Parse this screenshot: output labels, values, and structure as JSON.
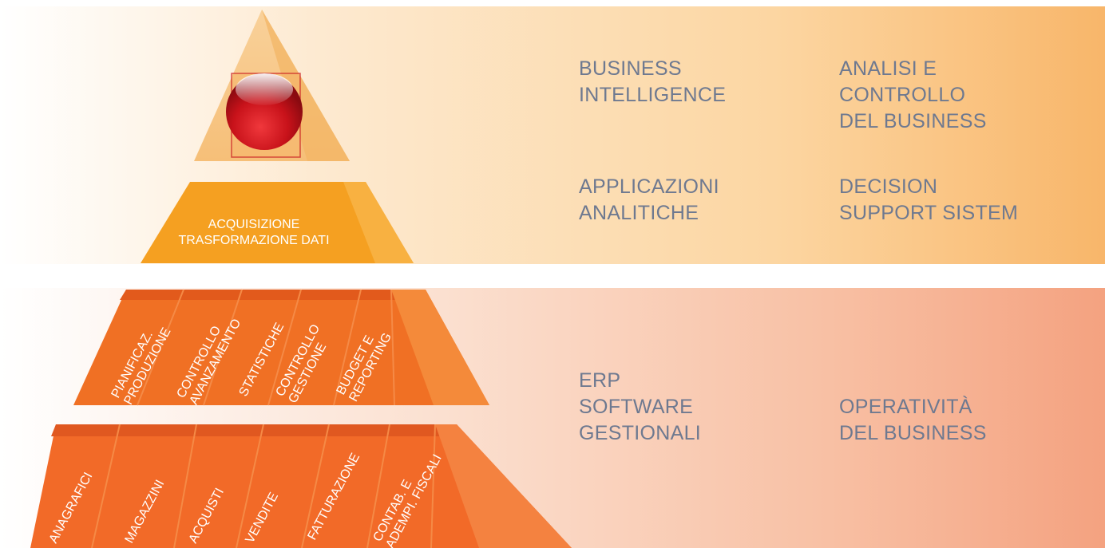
{
  "colors": {
    "band_top_end": "#f8b66a",
    "band_bottom_end": "#f4a280",
    "text": "#6e7990",
    "tier_top": "#f7c98a",
    "tier_middle": "#f5a021",
    "tier_erp": "#f07024",
    "sphere": "#d0161e"
  },
  "pyramid": {
    "icon": "red-sphere-icon",
    "middle_tier": [
      "ACQUISIZIONE",
      "TRASFORMAZIONE DATI"
    ],
    "upper_erp_modules": [
      [
        "PIANIFICAZ.",
        "PRODUZIONE"
      ],
      [
        "CONTROLLO",
        "AVANZAMENTO"
      ],
      [
        "STATISTICHE"
      ],
      [
        "CONTROLLO",
        "GESTIONE"
      ],
      [
        "BUDGET E",
        "REPORTING"
      ]
    ],
    "lower_erp_modules": [
      [
        "ANAGRAFICI"
      ],
      [
        "MAGAZZINI"
      ],
      [
        "ACQUISTI"
      ],
      [
        "VENDITE"
      ],
      [
        "FATTURAZIONE"
      ],
      [
        "CONTAB. E",
        "ADEMPI. FISCALI"
      ]
    ]
  },
  "top_section": {
    "row1_left": [
      "BUSINESS",
      "INTELLIGENCE"
    ],
    "row1_right": [
      "ANALISI E",
      "CONTROLLO",
      "DEL BUSINESS"
    ],
    "row2_left": [
      "APPLICAZIONI",
      "ANALITICHE"
    ],
    "row2_right": [
      "DECISION",
      "SUPPORT SISTEM"
    ]
  },
  "bottom_section": {
    "left": [
      "ERP",
      "SOFTWARE",
      "GESTIONALI"
    ],
    "right": [
      "OPERATIVITÀ",
      "DEL BUSINESS"
    ]
  }
}
